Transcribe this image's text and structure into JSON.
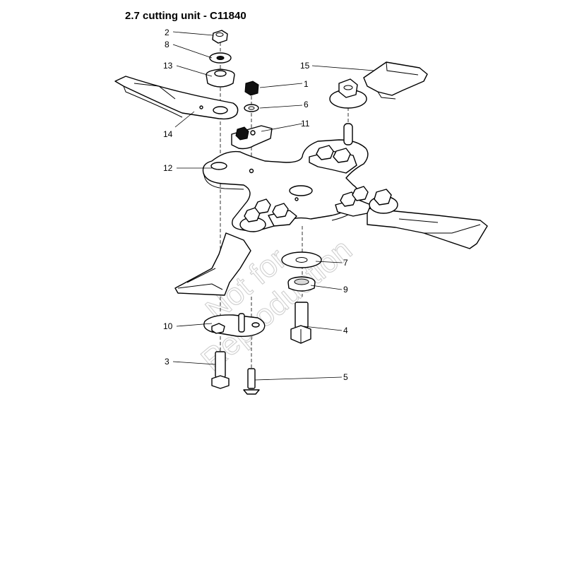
{
  "header": {
    "title": "2.7  cutting unit - C11840"
  },
  "watermark": {
    "line1": "Not for",
    "line2": "Reproduction"
  },
  "callouts": [
    {
      "id": "c2",
      "label": "2"
    },
    {
      "id": "c8",
      "label": "8"
    },
    {
      "id": "c13",
      "label": "13"
    },
    {
      "id": "c15",
      "label": "15"
    },
    {
      "id": "c1",
      "label": "1"
    },
    {
      "id": "c6",
      "label": "6"
    },
    {
      "id": "c14",
      "label": "14"
    },
    {
      "id": "c11",
      "label": "11"
    },
    {
      "id": "c12",
      "label": "12"
    },
    {
      "id": "c7",
      "label": "7"
    },
    {
      "id": "c9",
      "label": "9"
    },
    {
      "id": "c10",
      "label": "10"
    },
    {
      "id": "c4",
      "label": "4"
    },
    {
      "id": "c3",
      "label": "3"
    },
    {
      "id": "c5",
      "label": "5"
    }
  ]
}
